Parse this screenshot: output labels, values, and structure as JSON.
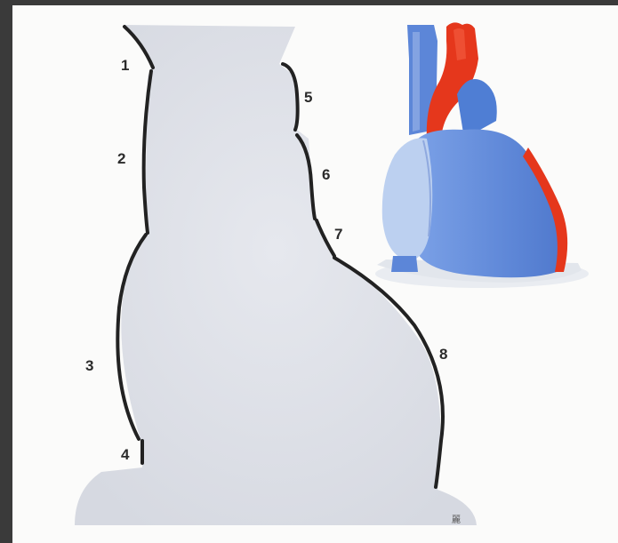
{
  "figure": {
    "labels": [
      "1",
      "2",
      "3",
      "4",
      "5",
      "6",
      "7",
      "8"
    ],
    "corner_mark": "麗"
  },
  "colors": {
    "background_frame": "#3a3a3a",
    "paper": "#fbfbfa",
    "silhouette": "#dfe2ea",
    "outline": "#222222",
    "heart_blue": "#5b86d9",
    "heart_light": "#bcd0f0",
    "artery_red": "#e5371c"
  }
}
